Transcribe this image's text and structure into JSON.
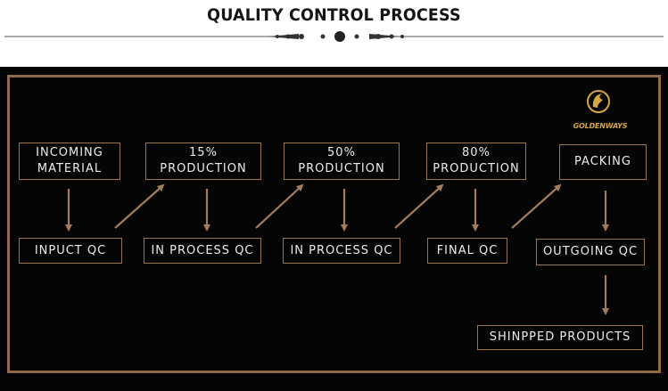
{
  "header": {
    "title": "QUALITY CONTROL PROCESS"
  },
  "logo": {
    "text": "GOLDENWAYS"
  },
  "steps": {
    "incoming_material": "INCOMING\nMATERIAL",
    "production_15": "15%\nPRODUCTION",
    "production_50": "50%\nPRODUCTION",
    "production_80": "80%\nPRODUCTION",
    "packing": "PACKING",
    "input_qc": "INPUCT QC",
    "in_process_qc_1": "IN PROCESS QC",
    "in_process_qc_2": "IN PROCESS QC",
    "final_qc": "FINAL QC",
    "outgoing_qc": "OUTGOING QC",
    "shipped_products": "SHINPPED PRODUCTS"
  },
  "colors": {
    "panel_background": "#050505",
    "frame_border": "#8f6a44",
    "arrow": "#a17e59",
    "text": "#ececec",
    "logo_gold": "#d5a63f"
  }
}
